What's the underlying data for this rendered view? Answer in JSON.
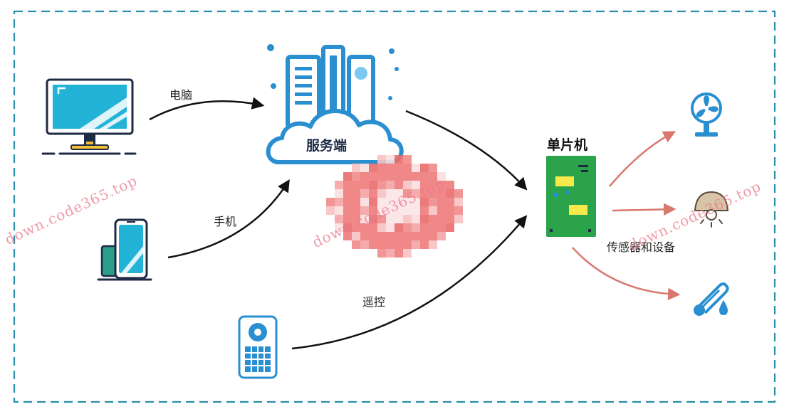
{
  "nodes": {
    "computer_label": "电脑",
    "phone_label": "手机",
    "remote_label": "遥控",
    "server_label": "服务端",
    "mcu_label": "单片机",
    "devices_label": "传感器和设备"
  },
  "watermarks": [
    "down.code365.top",
    "down.code365.top",
    "down.code365.top"
  ],
  "colors": {
    "frame": "#2a8fa8",
    "arrow_dark": "#111111",
    "arrow_red": "#d9776e",
    "icon_blue": "#2a8fd1",
    "board_green": "#2aa34a"
  },
  "icons": [
    "computer-icon",
    "phone-icon",
    "remote-icon",
    "server-cloud-icon",
    "mcu-board-icon",
    "fan-icon",
    "lamp-icon",
    "thermometer-icon"
  ]
}
